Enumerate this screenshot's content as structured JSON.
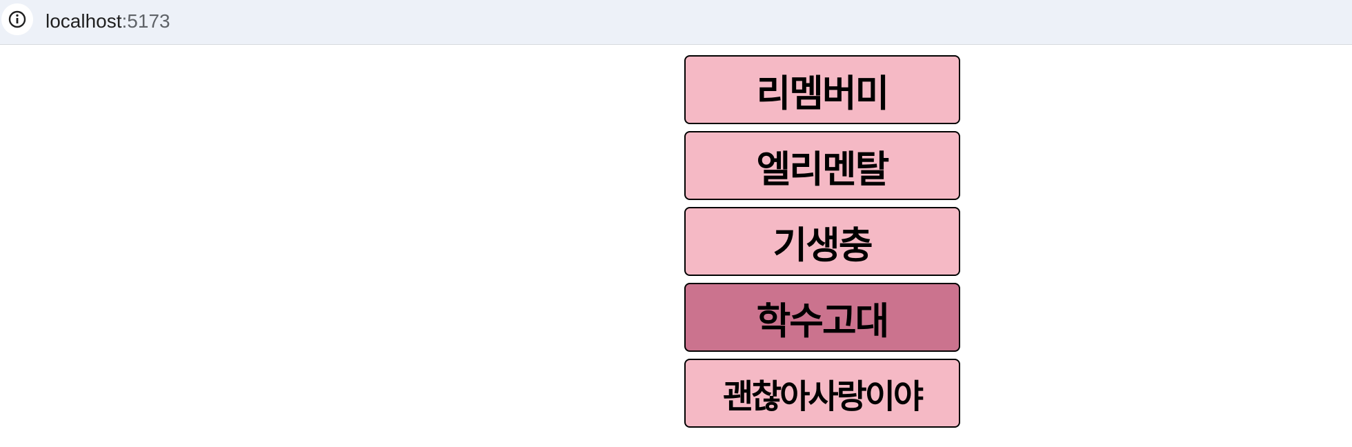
{
  "browser": {
    "url_host": "localhost",
    "url_port": ":5173",
    "info_icon": "info-icon"
  },
  "colors": {
    "button_default": "#f5b9c5",
    "button_active": "#cb738e",
    "address_bar_bg": "#edf1f8"
  },
  "buttons": [
    {
      "label": "리멤버미",
      "active": false
    },
    {
      "label": "엘리멘탈",
      "active": false
    },
    {
      "label": "기생충",
      "active": false
    },
    {
      "label": "학수고대",
      "active": true
    },
    {
      "label": "괜찮아사랑이야",
      "active": false
    }
  ]
}
